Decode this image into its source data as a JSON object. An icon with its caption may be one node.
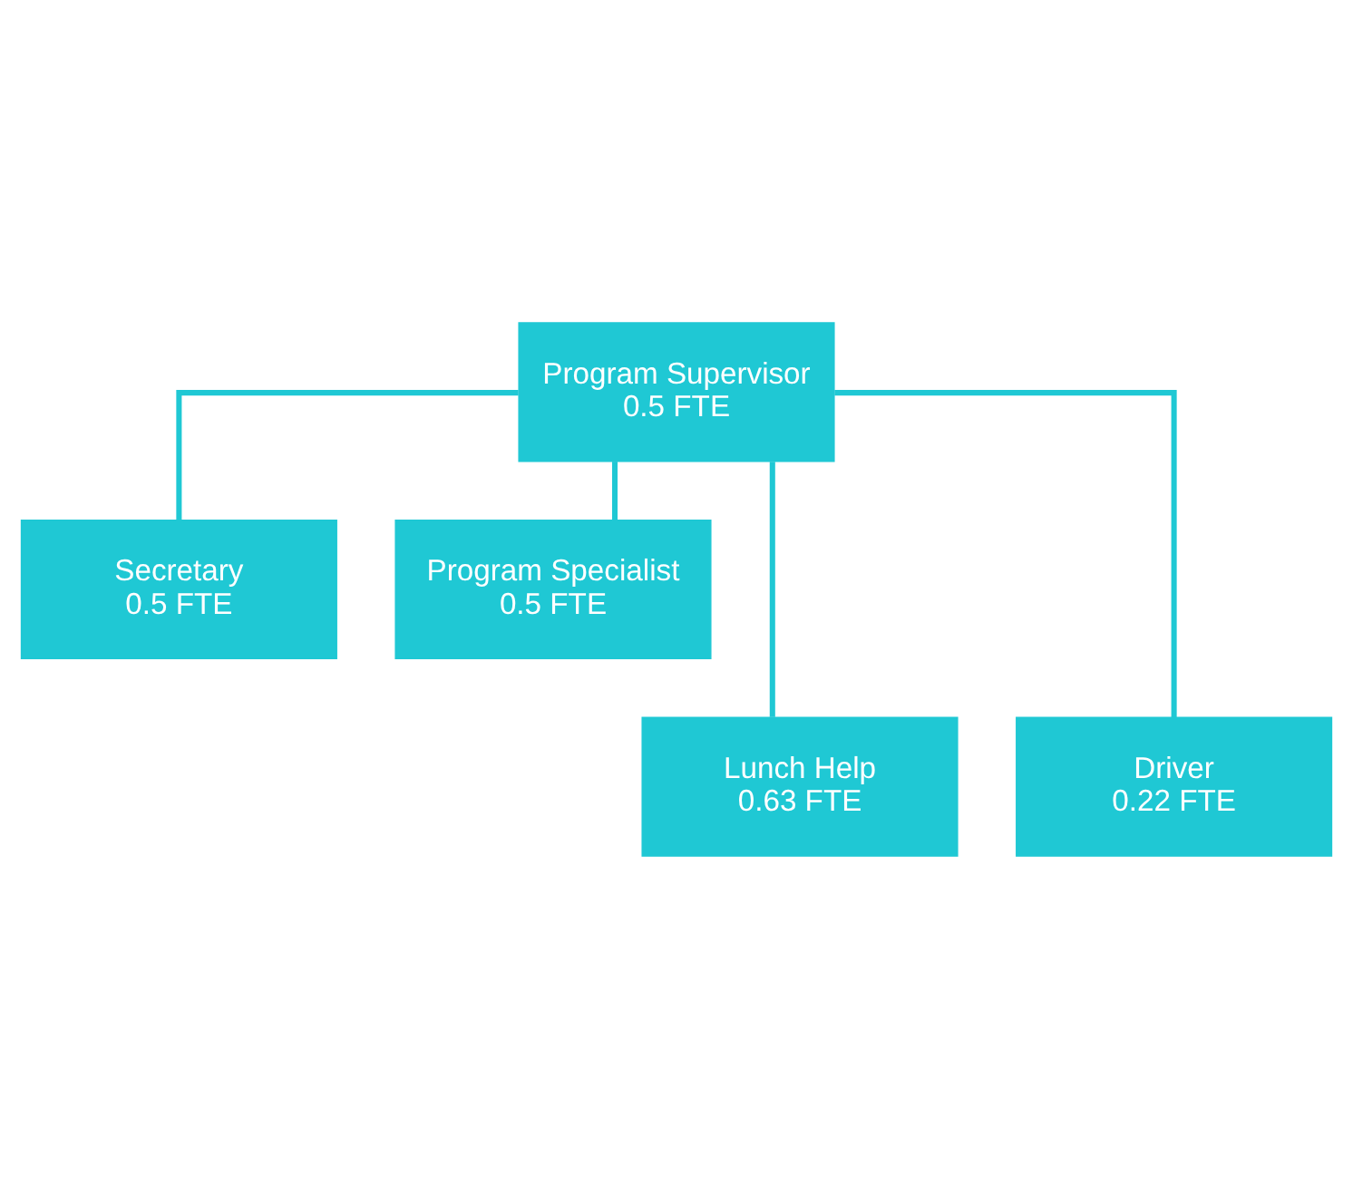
{
  "diagram": {
    "nodes": [
      {
        "text": [
          "Program Supervisor",
          "0.5 FTE"
        ]
      },
      {
        "text": [
          "Secretary",
          "0.5 FTE"
        ]
      },
      {
        "text": [
          "Program Specialist",
          "0.5 FTE"
        ]
      },
      {
        "text": [
          "Lunch Help",
          "0.63 FTE"
        ]
      },
      {
        "text": [
          "Driver",
          "0.22 FTE"
        ]
      }
    ],
    "edges": [
      {
        "from": 0,
        "to": 1,
        "arrow": "none"
      },
      {
        "from": 0,
        "to": 2,
        "arrow": "none"
      },
      {
        "from": 0,
        "to": 3,
        "arrow": "none"
      },
      {
        "from": 0,
        "to": 4,
        "arrow": "none"
      }
    ]
  }
}
